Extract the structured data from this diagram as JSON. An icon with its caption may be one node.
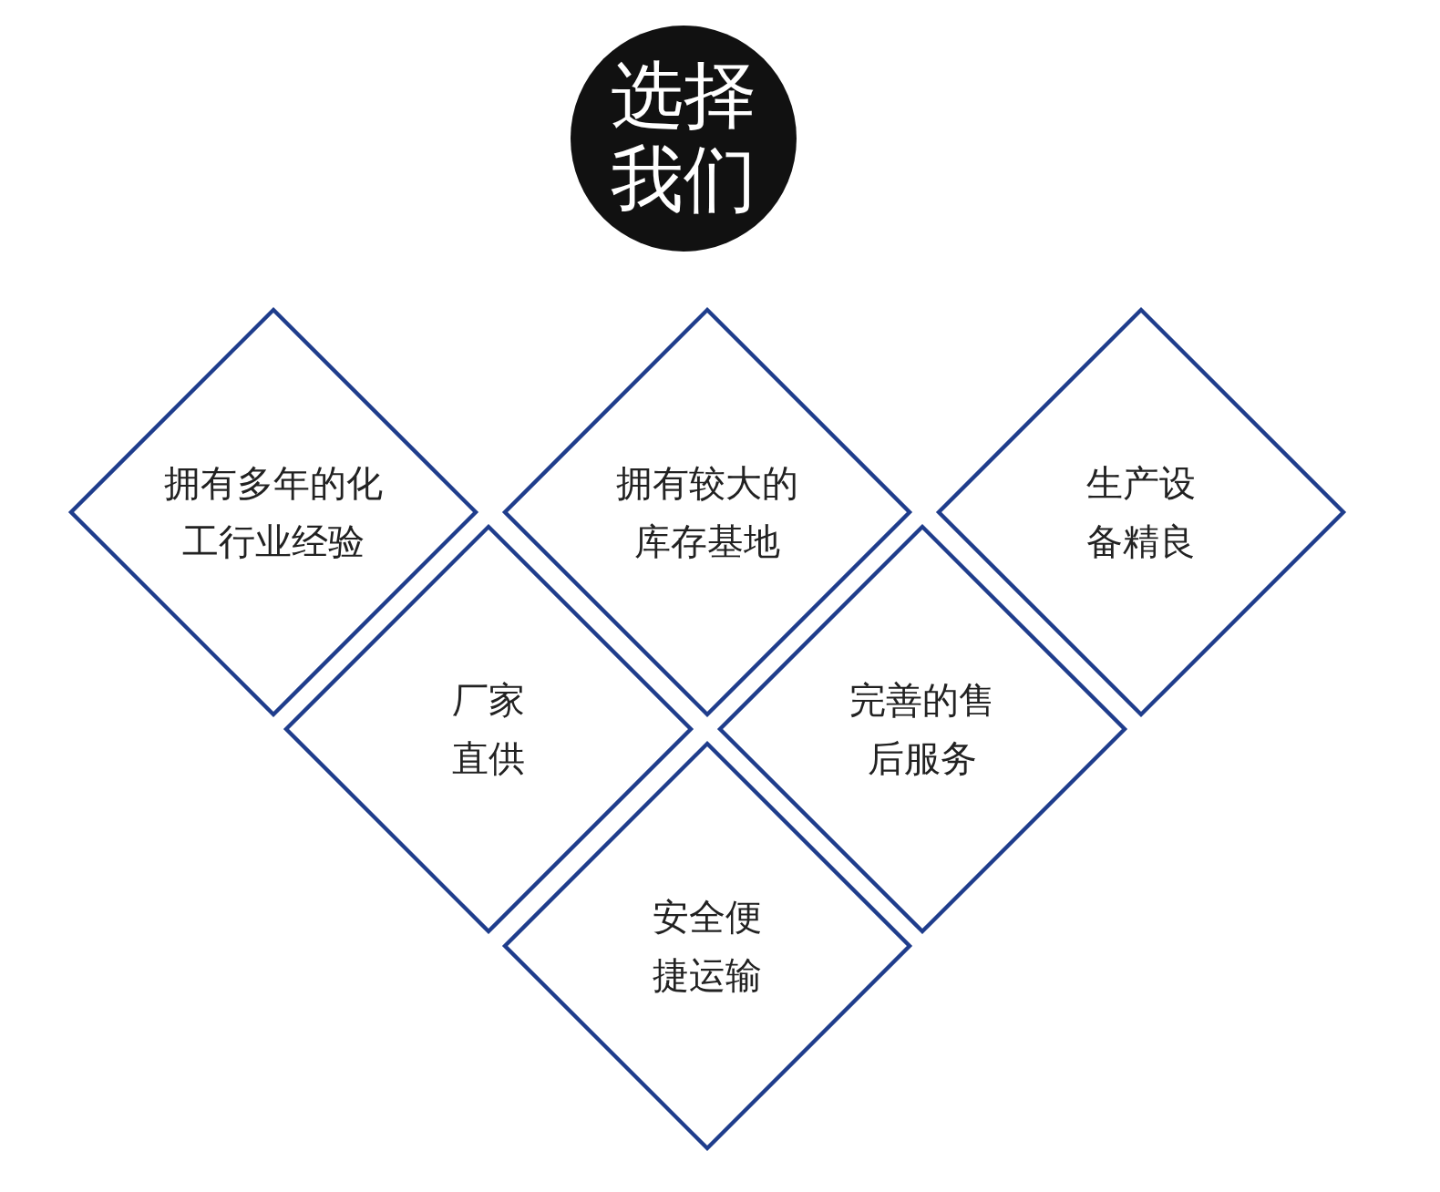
{
  "diagram": {
    "nodes": [
      {
        "text": [
          "选择我们"
        ]
      },
      {
        "text": [
          "拥有多年的化工行业经验"
        ]
      },
      {
        "text": [
          "拥有较大的库存基地"
        ]
      },
      {
        "text": [
          "生产设备精良"
        ]
      },
      {
        "text": [
          "厂家直供"
        ]
      },
      {
        "text": [
          "完善的售后服务"
        ]
      },
      {
        "text": [
          "安全便捷运输"
        ]
      }
    ]
  }
}
